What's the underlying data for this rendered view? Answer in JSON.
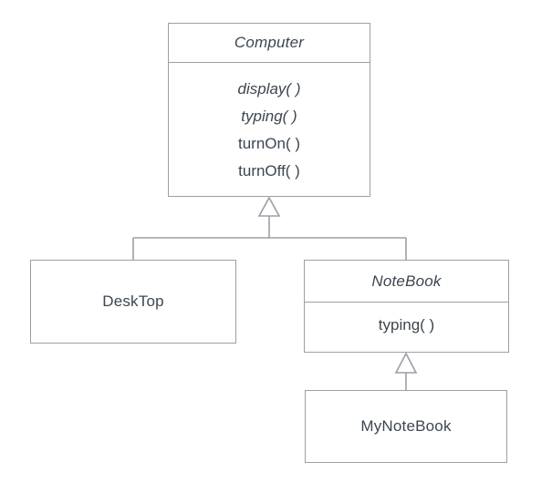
{
  "diagram": {
    "type": "uml-class-diagram",
    "background_color": "#ffffff",
    "line_color": "#9b9fa6",
    "text_color": "#3c4651",
    "classes": [
      {
        "id": "computer",
        "name": "Computer",
        "abstract": true,
        "methods": [
          {
            "label": "display( )",
            "abstract": true
          },
          {
            "label": "typing( )",
            "abstract": true
          },
          {
            "label": "turnOn( )",
            "abstract": false
          },
          {
            "label": "turnOff( )",
            "abstract": false
          }
        ]
      },
      {
        "id": "desktop",
        "name": "DeskTop",
        "abstract": false,
        "methods": []
      },
      {
        "id": "notebook",
        "name": "NoteBook",
        "abstract": true,
        "methods": [
          {
            "label": "typing( )",
            "abstract": false
          }
        ]
      },
      {
        "id": "mynotebook",
        "name": "MyNoteBook",
        "abstract": false,
        "methods": []
      }
    ],
    "relationships": [
      {
        "type": "generalization",
        "from": "DeskTop",
        "to": "Computer"
      },
      {
        "type": "generalization",
        "from": "NoteBook",
        "to": "Computer"
      },
      {
        "type": "generalization",
        "from": "MyNoteBook",
        "to": "NoteBook"
      }
    ]
  }
}
